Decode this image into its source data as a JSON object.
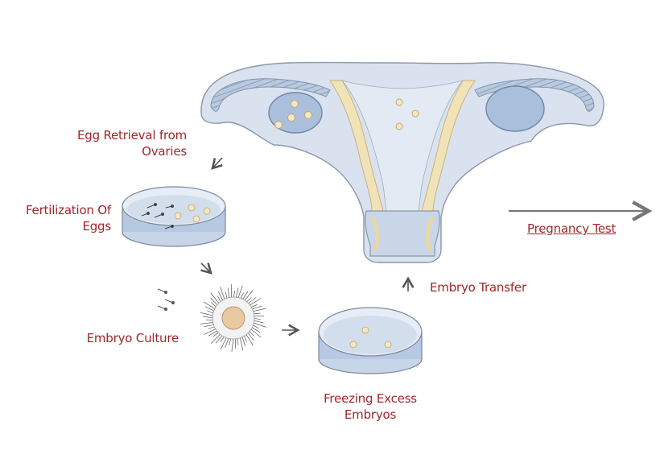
{
  "labels": {
    "egg_retrieval_line1": "Egg Retrieval from",
    "egg_retrieval_line2": "Ovaries",
    "fertilization_line1": "Fertilization Of",
    "fertilization_line2": "Eggs",
    "embryo_culture": "Embryo Culture",
    "freezing_line1": "Freezing Excess",
    "freezing_line2": "Embryos",
    "embryo_transfer": "Embryo Transfer",
    "pregnancy_test": "Pregnancy Test"
  },
  "colors": {
    "label_text": "#a3262a",
    "arrow": "#555555",
    "uterus_fill": "#d9e2ee",
    "uterus_outline": "#8a97a8",
    "wall_cream": "#f1e3b8",
    "ovary_blue": "#a9bfdc",
    "dish_liquid": "#b7c9e2",
    "egg_cream": "#f4e7c8"
  }
}
